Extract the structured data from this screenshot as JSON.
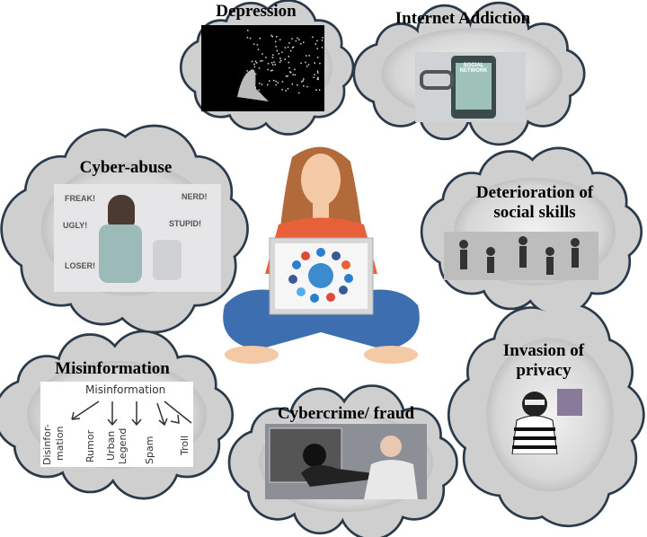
{
  "clouds": {
    "depression": {
      "title": "Depression"
    },
    "internet_addiction": {
      "title": "Internet Addiction",
      "phone_text": "SOCIAL NETWORK"
    },
    "cyber_abuse": {
      "title": "Cyber-abuse",
      "words": [
        "FREAK!",
        "NERD!",
        "UGLY!",
        "STUPID!",
        "LOSER!"
      ]
    },
    "deterioration": {
      "title_line1": "Deterioration of",
      "title_line2": "social skills"
    },
    "invasion": {
      "title_line1": "Invasion of",
      "title_line2": "privacy"
    },
    "misinformation": {
      "title": "Misinformation",
      "diagram_head": "Misinformation",
      "items": [
        "Disinfor-",
        "mation",
        "Rumor",
        "Urban",
        "Legend",
        "Spam",
        "Troll"
      ]
    },
    "cybercrime": {
      "title": "Cybercrime/ fraud"
    }
  },
  "colors": {
    "cloud_fill": "#d2d2d2",
    "cloud_stroke": "#2b3a4a",
    "shirt": "#e8603a",
    "jeans": "#3d6fb0"
  }
}
